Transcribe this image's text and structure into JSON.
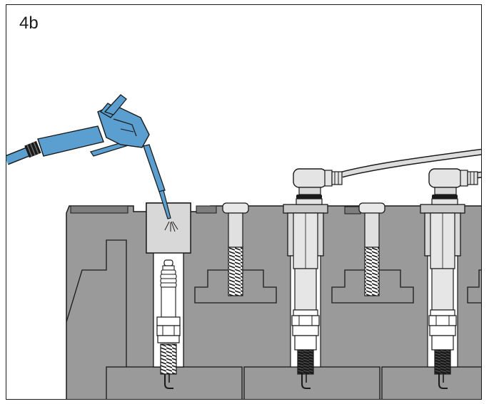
{
  "figure": {
    "label": "4b"
  },
  "colors": {
    "head_gray": "#9a9a9a",
    "head_dark": "#6e6e6e",
    "bore_light": "#d8d8d8",
    "tool_blue": "#5a9fcf",
    "line": "#1a1a1a"
  },
  "parts": {
    "tool": "compressed-air-blow-gun",
    "plugs": [
      "spark-plug-removed-bore",
      "spark-plug-installed-2",
      "spark-plug-installed-3"
    ],
    "bolts": [
      "head-bolt-1",
      "head-bolt-2"
    ],
    "hose": "ignition-lead"
  }
}
